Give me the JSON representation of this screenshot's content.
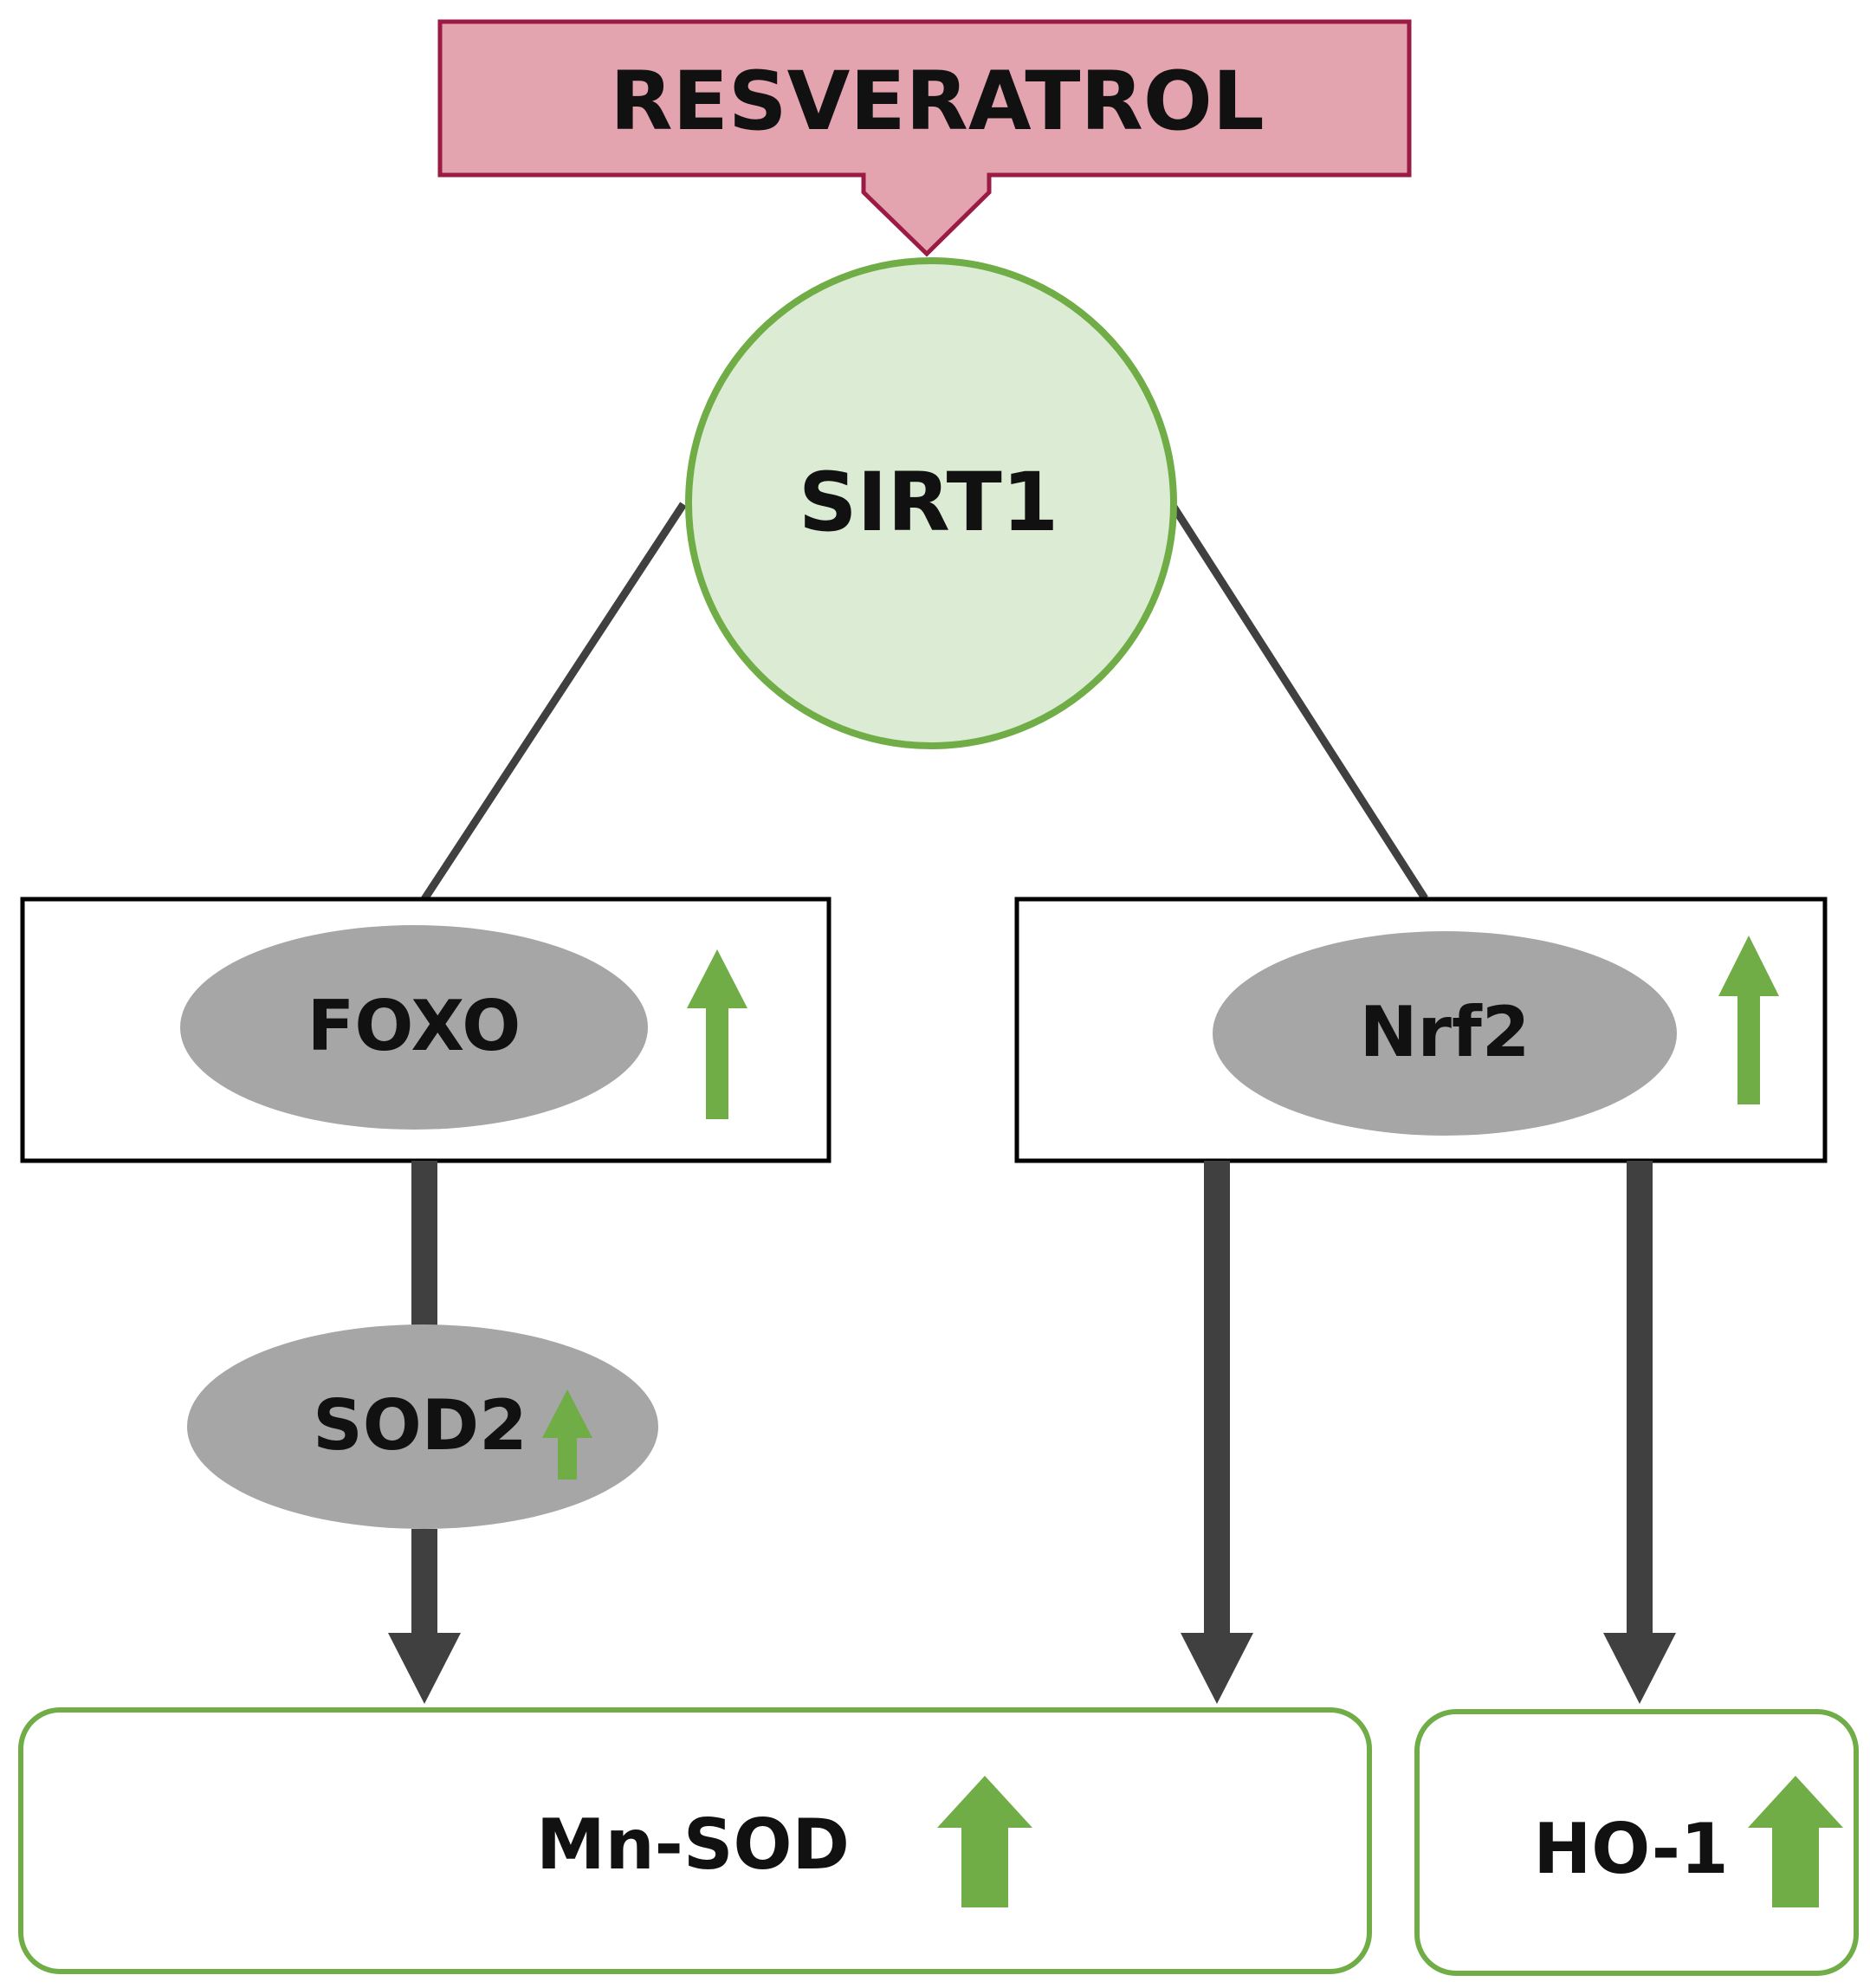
{
  "colors": {
    "green": "#70AD47",
    "green_light": "#DCEBD3",
    "pink_fill": "#E3A4AF",
    "pink_stroke": "#9B1B45",
    "gray_node": "#A6A6A6",
    "dark_arrow": "#404040"
  },
  "nodes": {
    "resveratrol": "RESVERATROL",
    "sirt1": "SIRT1",
    "foxo": "FOXO",
    "nrf2": "Nrf2",
    "sod2": "SOD2",
    "mnsod": "Mn-SOD",
    "ho1": "HO-1"
  },
  "indicators": {
    "foxo": "up-arrow-icon",
    "nrf2": "up-arrow-icon",
    "sod2": "up-arrow-icon",
    "mnsod": "up-arrow-icon",
    "ho1": "up-arrow-icon"
  }
}
